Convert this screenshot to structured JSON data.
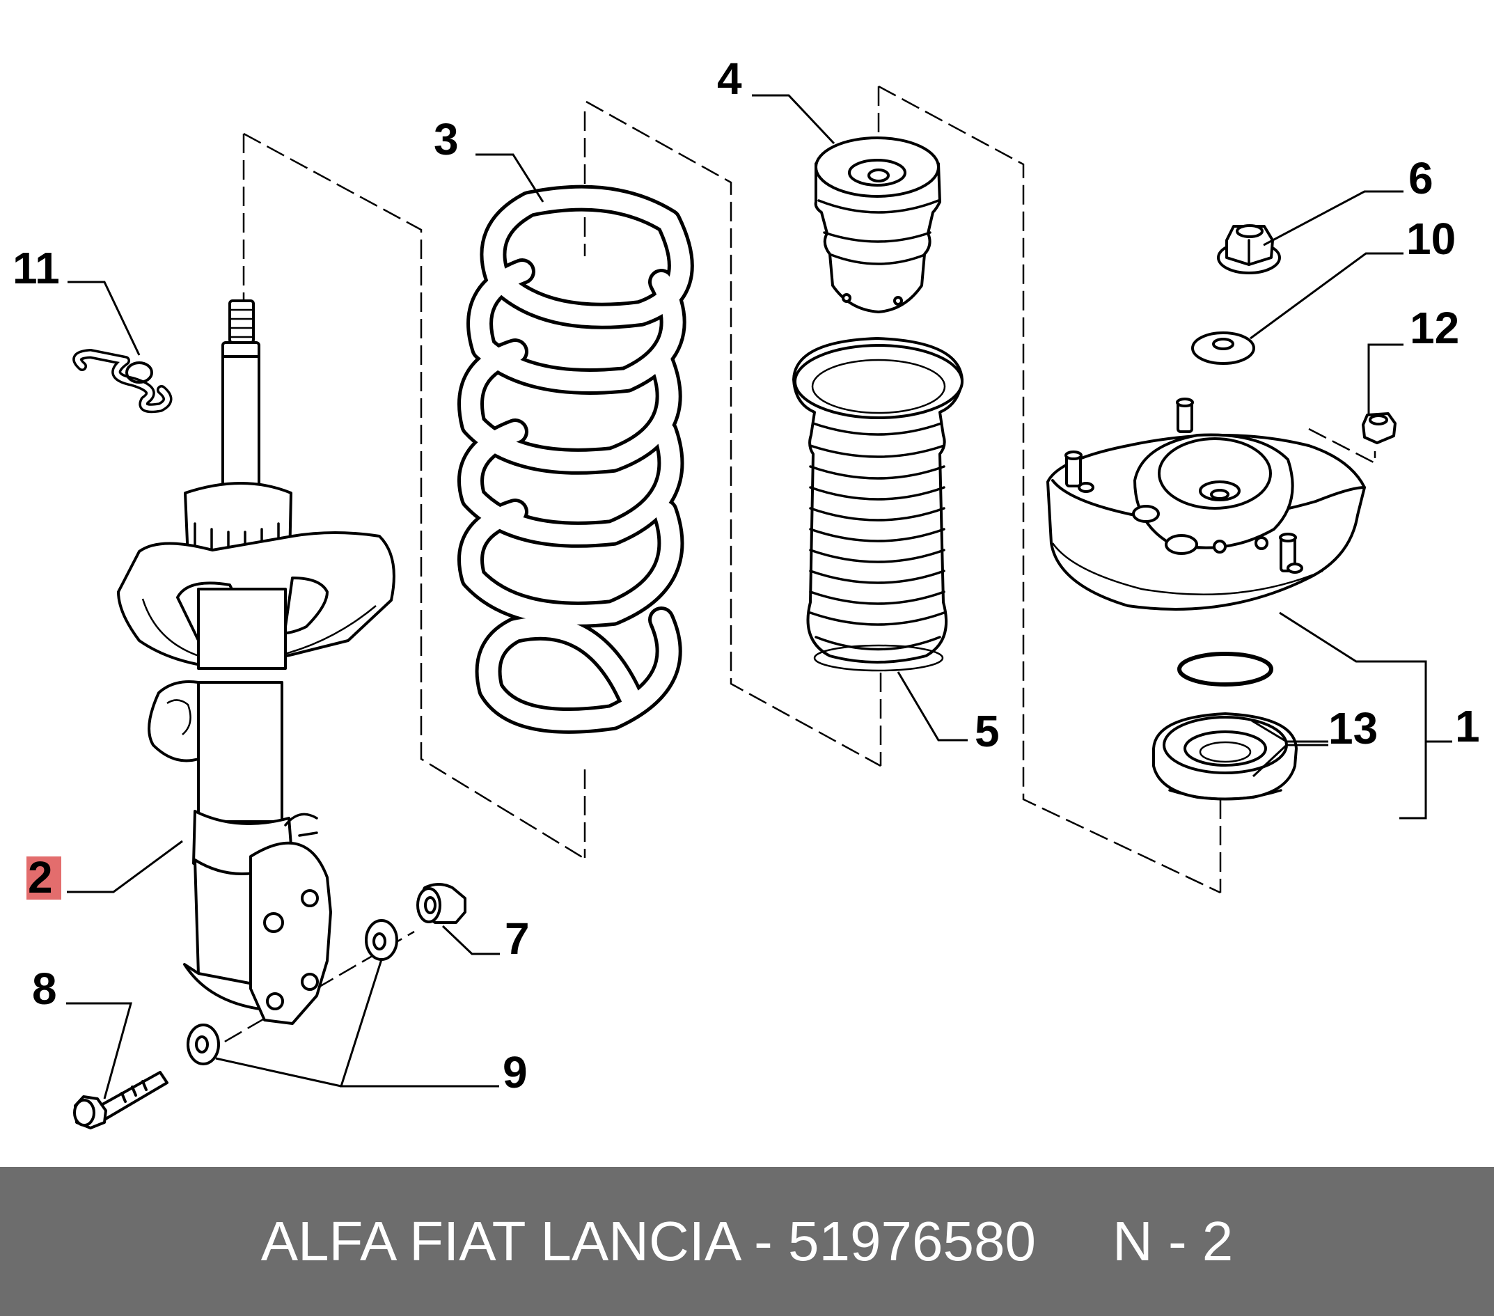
{
  "callouts": {
    "c1": "1",
    "c2": "2",
    "c3": "3",
    "c4": "4",
    "c5": "5",
    "c6": "6",
    "c7": "7",
    "c8": "8",
    "c9": "9",
    "c10": "10",
    "c11": "11",
    "c12": "12",
    "c13": "13"
  },
  "highlight_callout": "2",
  "colors": {
    "highlight": "#e36d6d",
    "footer_bg": "#6d6d6d",
    "footer_text": "#ffffff"
  },
  "footer": {
    "brand_part": "ALFA FIAT LANCIA - 51976580",
    "code": "N - 2"
  }
}
